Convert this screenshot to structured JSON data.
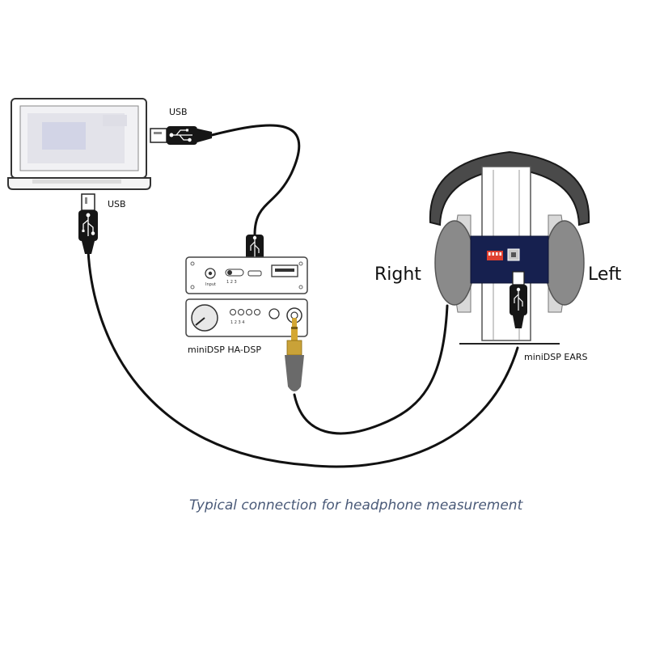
{
  "labels": {
    "usb_top": "USB",
    "usb_side": "USB",
    "right": "Right",
    "left": "Left",
    "ha_dsp": "miniDSP HA-DSP",
    "ears": "miniDSP EARS",
    "caption": "Typical connection for headphone measurement"
  },
  "ha_dsp_panel": {
    "input_label": "Input",
    "switch_numbers": "1 2 3",
    "led_numbers": "1 2 3 4"
  }
}
